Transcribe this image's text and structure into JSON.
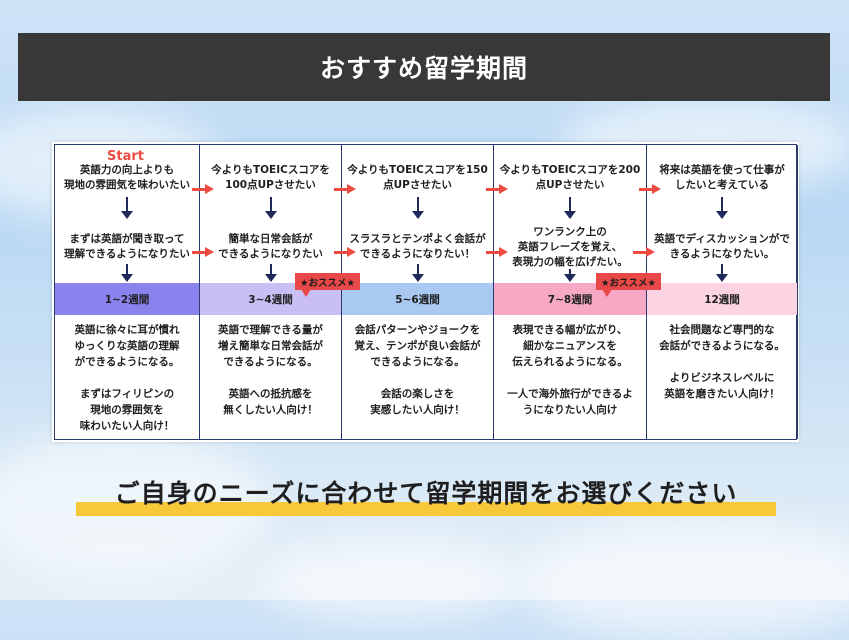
{
  "title": "おすすめ留学期間",
  "start_label": "Start",
  "recommend_label": "★おススメ★",
  "columns": [
    {
      "goal": "英語力の向上よりも\n現地の雰囲気を味わいたい",
      "step": "まずは英語が聞き取って\n理解できるようになりたい",
      "period": "1~2週間",
      "band_color": "#8a83ee",
      "desc": "英語に徐々に耳が慣れ\nゆっくりな英語の理解\nができるようになる。\n\nまずはフィリピンの\n現地の雰囲気を\n味わいたい人向け！"
    },
    {
      "goal": "今よりもTOEICスコアを\n100点UPさせたい",
      "step": "簡単な日常会話が\nできるようになりたい",
      "period": "3~4週間",
      "band_color": "#c9bff4",
      "desc": "英語で理解できる量が\n増え簡単な日常会話が\nできるようになる。\n\n英語への抵抗感を\n無くしたい人向け！"
    },
    {
      "goal": "今よりもTOEICスコアを150\n点UPさせたい",
      "step": "スラスラとテンポよく会話が\nできるようになりたい！",
      "period": "5~6週間",
      "band_color": "#a9c9f2",
      "desc": "会話パターンやジョークを\n覚え、テンポが良い会話が\nできるようになる。\n\n会話の楽しさを\n実感したい人向け！"
    },
    {
      "goal": "今よりもTOEICスコアを200\n点UPさせたい",
      "step": "ワンランク上の\n英語フレーズを覚え、\n表現力の幅を広げたい。",
      "period": "7~8週間",
      "band_color": "#f7a8c4",
      "desc": "表現できる幅が広がり、\n細かなニュアンスを\n伝えられるようになる。\n\n一人で海外旅行ができるよ\nうになりたい人向け"
    },
    {
      "goal": "将来は英語を使って仕事が\nしたいと考えている",
      "step": "英語でディスカッションがで\nきるようになりたい。",
      "period": "12週間",
      "band_color": "#fbd3e2",
      "desc": "社会問題など専門的な\n会話ができるようになる。\n\nよりビジネスレベルに\n英語を磨きたい人向け！"
    }
  ],
  "cta": "ご自身のニーズに合わせて留学期間をお選びください",
  "colors": {
    "title_bg": "#383838",
    "arrow_red": "#ee4b43",
    "arrow_navy": "#1e2a5a",
    "highlight": "#f7c93a"
  }
}
